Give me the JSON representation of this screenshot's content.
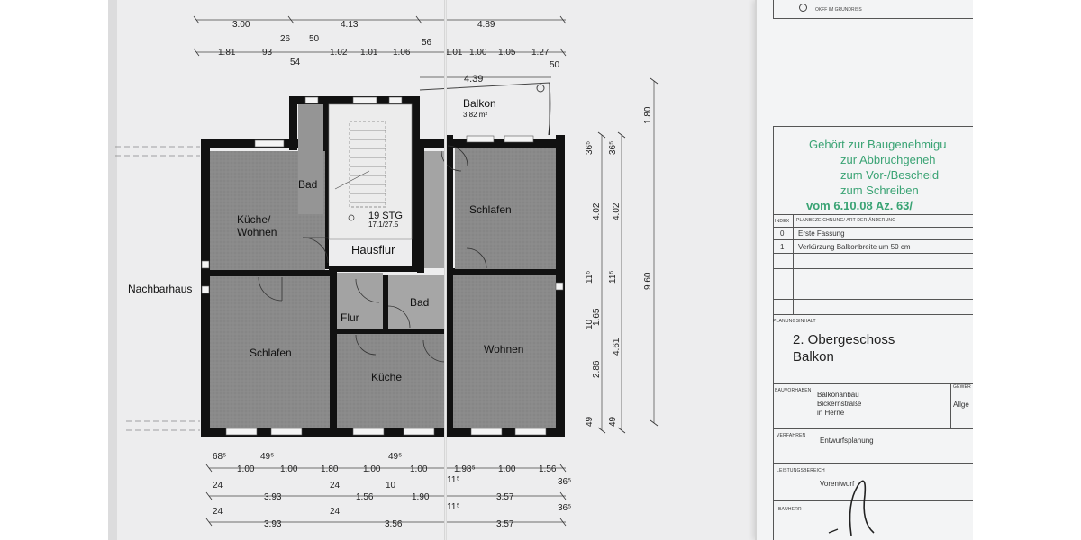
{
  "plan": {
    "rooms": {
      "bad_left": "Bad",
      "kueche_wohnen_1": "Küche/",
      "kueche_wohnen_2": "Wohnen",
      "stg": "19 STG",
      "stg_dim": "17.1/27.5",
      "hausflur": "Hausflur",
      "schlafen_right": "Schlafen",
      "schlafen_left": "Schlafen",
      "flur": "Flur",
      "bad_center": "Bad",
      "kueche": "Küche",
      "wohnen": "Wohnen",
      "balkon": "Balkon",
      "balkon_area": "3,82 m²",
      "nachbarhaus": "Nachbarhaus"
    },
    "top_dims_row1": [
      "3.00",
      "4.13",
      "4.89"
    ],
    "top_dims_row2": [
      "1.81",
      "93",
      "26",
      "50",
      "1.02",
      "1.01",
      "1.06",
      "56",
      "1.01",
      "1.00",
      "1.05",
      "1.27"
    ],
    "top_dims_row2_sub": "54",
    "balcony_dims": [
      "4.39",
      "50"
    ],
    "right_dims_a": [
      "36⁵",
      "4.02",
      "11⁵",
      "1.65",
      "10",
      "2.86",
      "49"
    ],
    "right_dims_b": [
      "36⁵",
      "4.02",
      "11⁵",
      "4.61",
      "49"
    ],
    "right_dims_c": [
      "1.80",
      "9.60"
    ],
    "bottom_row1": [
      "68⁵",
      "1.00",
      "49⁵",
      "1.00",
      "1.80",
      "1.00",
      "49⁵",
      "1.00",
      "1.98⁵",
      "1.00",
      "1.56"
    ],
    "bottom_row2": [
      "24",
      "3.93",
      "24",
      "1.56",
      "10",
      "1.90",
      "11⁵",
      "3.57",
      "36⁵"
    ],
    "bottom_row3": [
      "24",
      "3.93",
      "24",
      "3.56",
      "11⁵",
      "3.57",
      "36⁵"
    ]
  },
  "panel": {
    "top_note": "OKFF IM GRUNDRISS",
    "stamp": [
      "Gehört zur Baugenehmigu",
      "zur Abbruchgeneh",
      "zum Vor-/Bescheid",
      "zum Schreiben",
      "vom 6.10.08 Az. 63/"
    ],
    "rev_header_index": "INDEX",
    "rev_header_desc": "PLANBEZEICHNUNG/ ART DER ÄNDERUNG",
    "rev_rows": [
      {
        "index": "0",
        "desc": "Erste Fassung"
      },
      {
        "index": "1",
        "desc": "Verkürzung Balkonbreite um 50 cm"
      }
    ],
    "planungsinhalt_label": "PLANUNGSINHALT",
    "planungsinhalt_1": "2. Obergeschoss",
    "planungsinhalt_2": "Balkon",
    "bauvorhaben_label": "BAUVORHABEN",
    "bauvorhaben_lines": [
      "Balkonanbau",
      "Bickernstraße",
      "in Herne"
    ],
    "gewerk_label": "GEWER",
    "gewerk_value": "Allge",
    "verfahren_label": "VERFAHREN",
    "verfahren_value": "Entwurfsplanung",
    "leistung_label": "LEISTUNGSBEREICH",
    "leistung_value": "Vorentwurf",
    "bauherr_label": "BAUHERR"
  }
}
